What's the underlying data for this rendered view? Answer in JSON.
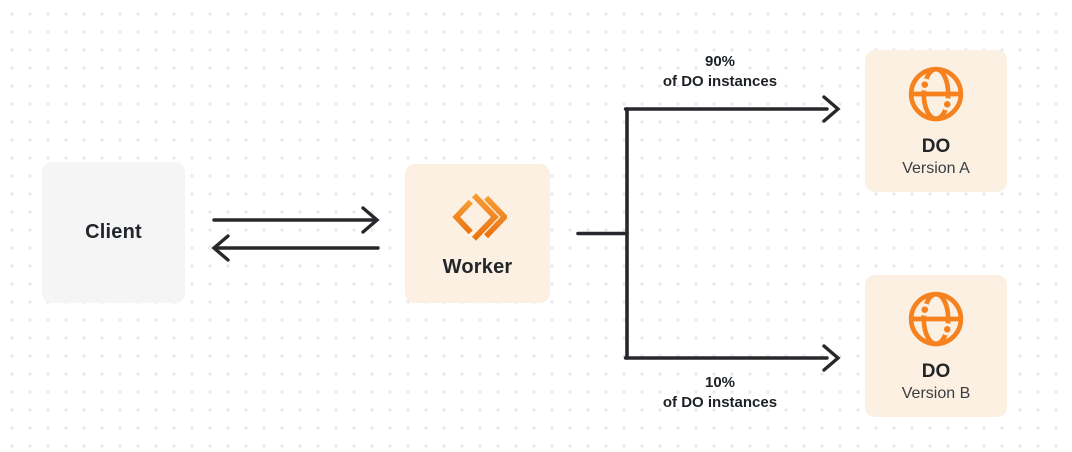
{
  "diagram": {
    "nodes": {
      "client": {
        "label": "Client"
      },
      "worker": {
        "label": "Worker"
      },
      "do_version_a": {
        "title": "DO",
        "subtitle": "Version A"
      },
      "do_version_b": {
        "title": "DO",
        "subtitle": "Version B"
      }
    },
    "edge_labels": {
      "top": {
        "percent": "90%",
        "caption": "of DO instances"
      },
      "bottom": {
        "percent": "10%",
        "caption": "of DO instances"
      }
    },
    "icons": {
      "worker": "cloudflare-workers-logo",
      "durable_object": "globe-icon"
    },
    "colors": {
      "accent_orange": "#f6821f",
      "card_cream": "#fbf0e1",
      "card_gray": "#f5f5f6",
      "line_dark": "#26282b",
      "dot_grid": "#e9e9ed",
      "background": "#ffffff"
    }
  }
}
